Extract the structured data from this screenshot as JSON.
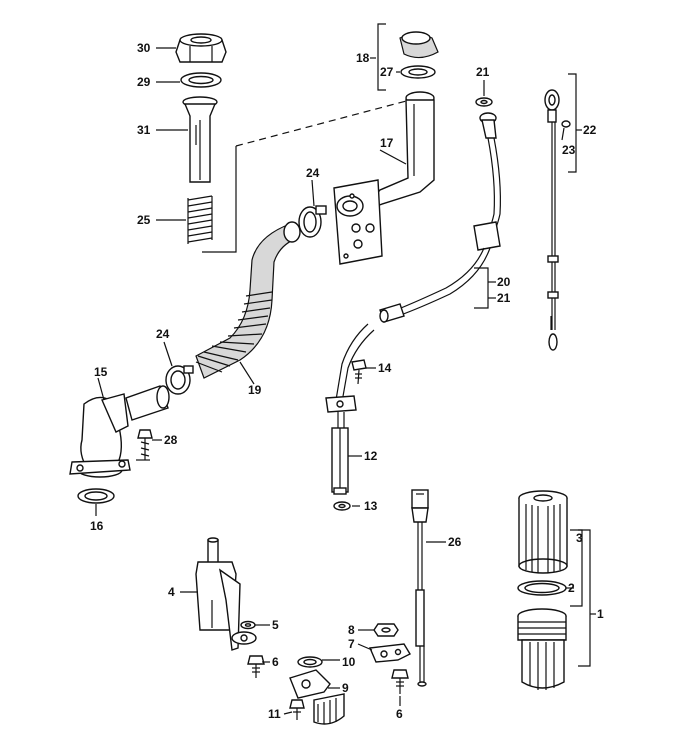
{
  "labels": {
    "l30": "30",
    "l29": "29",
    "l31": "31",
    "l25": "25",
    "l18": "18",
    "l27": "27",
    "l21a": "21",
    "l22": "22",
    "l23": "23",
    "l17": "17",
    "l24a": "24",
    "l20": "20",
    "l21b": "21",
    "l24b": "24",
    "l19": "19",
    "l15": "15",
    "l28": "28",
    "l16": "16",
    "l14": "14",
    "l12": "12",
    "l13": "13",
    "l26": "26",
    "l3": "3",
    "l2": "2",
    "l1": "1",
    "l4": "4",
    "l5": "5",
    "l6a": "6",
    "l8": "8",
    "l7": "7",
    "l10": "10",
    "l9": "9",
    "l11": "11",
    "l6b": "6"
  }
}
